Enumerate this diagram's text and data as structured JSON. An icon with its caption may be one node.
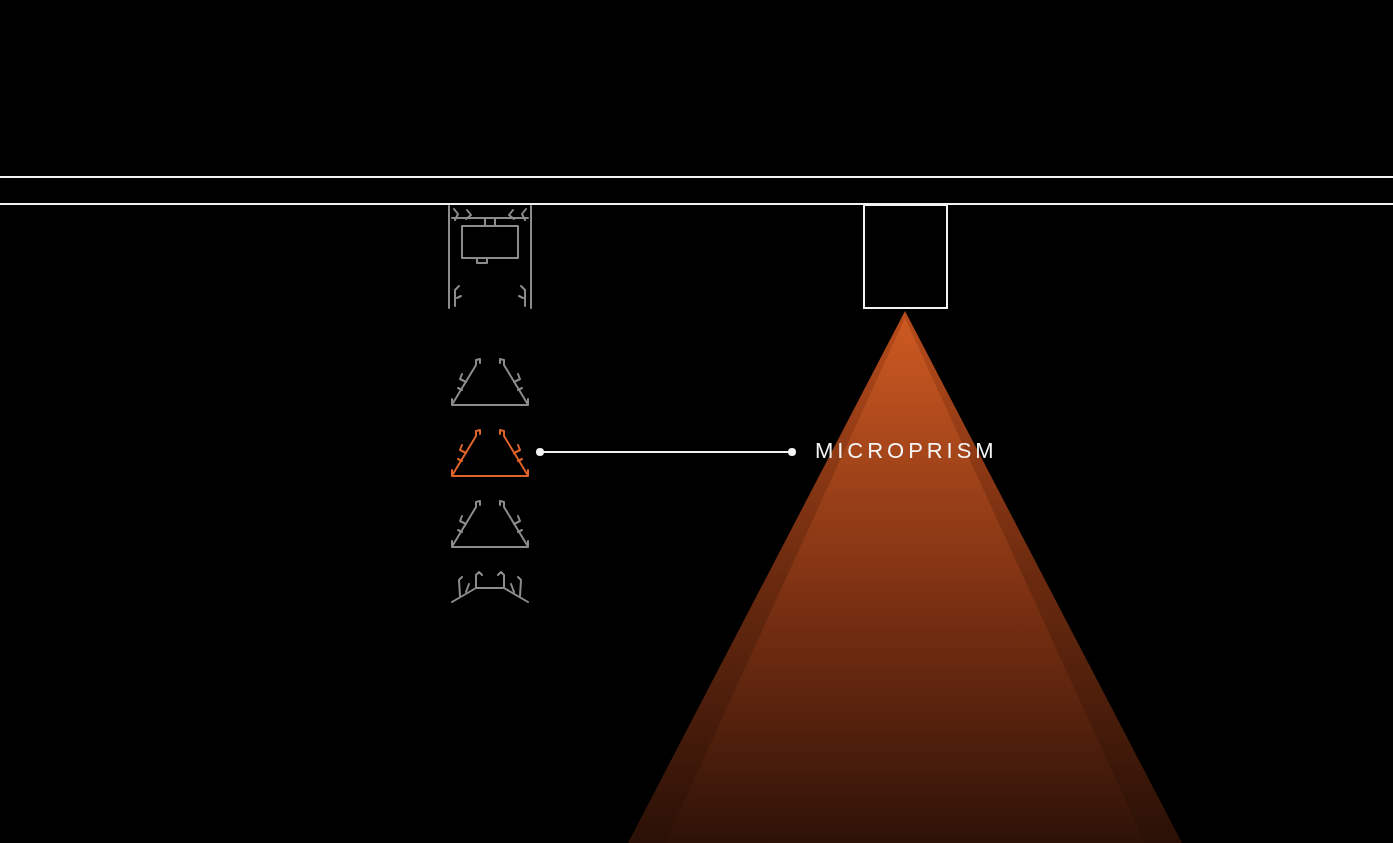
{
  "diagram": {
    "nodes": [
      {
        "text": [],
        "shape": "box"
      },
      {
        "text": [],
        "shape": "picture"
      },
      {
        "text": [
          "MICROPRISM"
        ]
      }
    ],
    "edges": [
      {
        "from": 2,
        "to": 1,
        "arrow": "other"
      }
    ]
  }
}
